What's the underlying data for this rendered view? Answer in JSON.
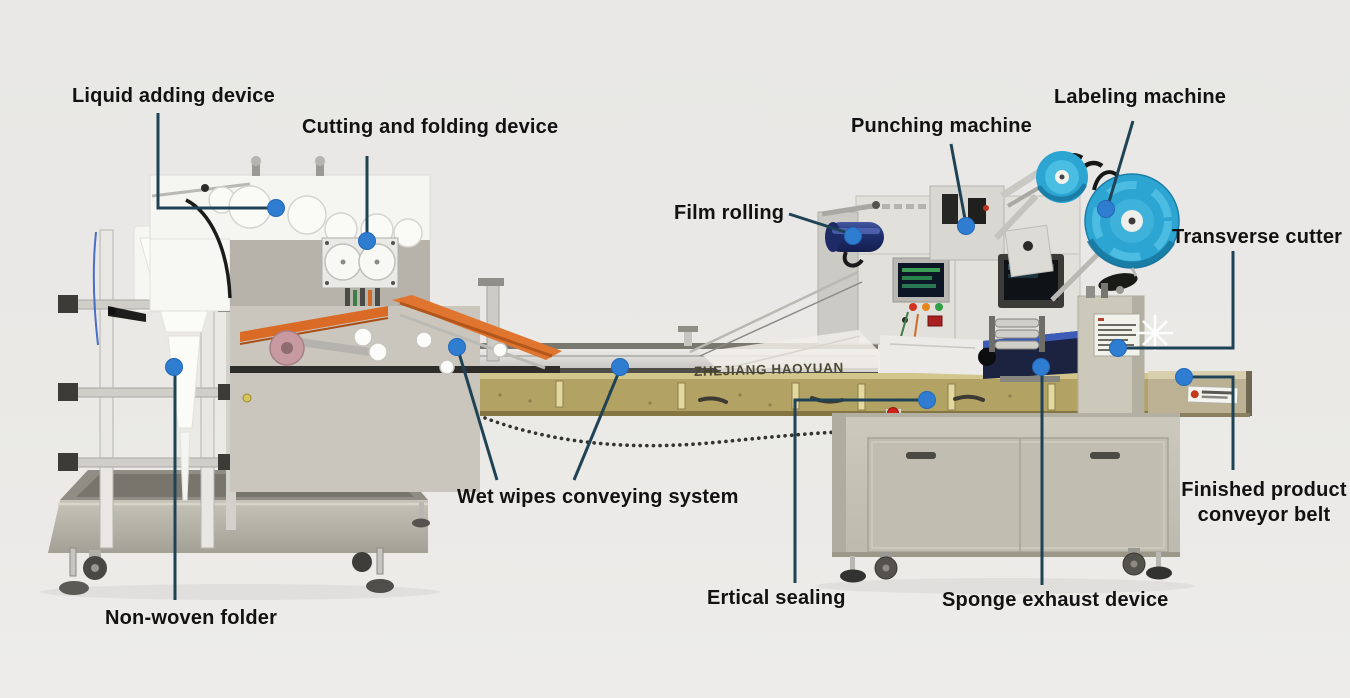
{
  "watermark": "ZHEJIANG HAOYUAN",
  "labels": {
    "liquid_adding": "Liquid adding device",
    "cutting_folding": "Cutting and folding device",
    "punching": "Punching machine",
    "labeling": "Labeling machine",
    "film_rolling": "Film rolling",
    "transverse_cutter": "Transverse cutter",
    "wet_wipes": "Wet wipes conveying system",
    "non_woven": "Non-woven folder",
    "ertical_sealing": "Ertical sealing",
    "sponge_exhaust": "Sponge exhaust device",
    "finished_line1": "Finished product",
    "finished_line2": "conveyor belt"
  },
  "style": {
    "leader_color": "#1f4254",
    "dot_color": "#2e7dd1",
    "label_color": "#121212",
    "bg_color": "#eae9e6"
  }
}
